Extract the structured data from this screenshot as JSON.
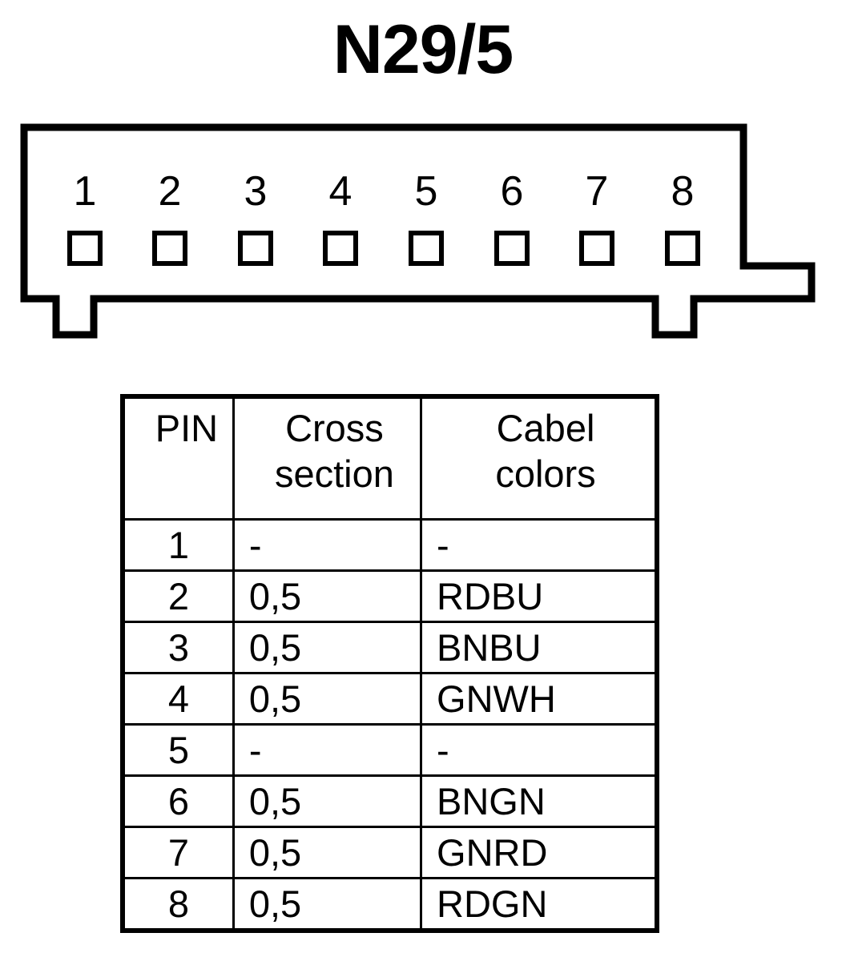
{
  "page": {
    "title": "N29/5"
  },
  "connector": {
    "name": "connector-housing",
    "pin_count": 8,
    "pins": [
      {
        "number": "1"
      },
      {
        "number": "2"
      },
      {
        "number": "3"
      },
      {
        "number": "4"
      },
      {
        "number": "5"
      },
      {
        "number": "6"
      },
      {
        "number": "7"
      },
      {
        "number": "8"
      }
    ],
    "outline_color": "#000000",
    "fill_color": "#ffffff"
  },
  "table": {
    "headers": [
      {
        "lines": [
          "PIN",
          ""
        ]
      },
      {
        "lines": [
          "Cross",
          "section"
        ]
      },
      {
        "lines": [
          "Cabel",
          "colors"
        ]
      }
    ],
    "rows": [
      {
        "pin": "1",
        "cross_section": "-",
        "cable_colors": "-"
      },
      {
        "pin": "2",
        "cross_section": "0,5",
        "cable_colors": "RDBU"
      },
      {
        "pin": "3",
        "cross_section": "0,5",
        "cable_colors": "BNBU"
      },
      {
        "pin": "4",
        "cross_section": "0,5",
        "cable_colors": "GNWH"
      },
      {
        "pin": "5",
        "cross_section": "-",
        "cable_colors": "-"
      },
      {
        "pin": "6",
        "cross_section": "0,5",
        "cable_colors": "BNGN"
      },
      {
        "pin": "7",
        "cross_section": "0,5",
        "cable_colors": "GNRD"
      },
      {
        "pin": "8",
        "cross_section": "0,5",
        "cable_colors": "RDGN"
      }
    ]
  }
}
